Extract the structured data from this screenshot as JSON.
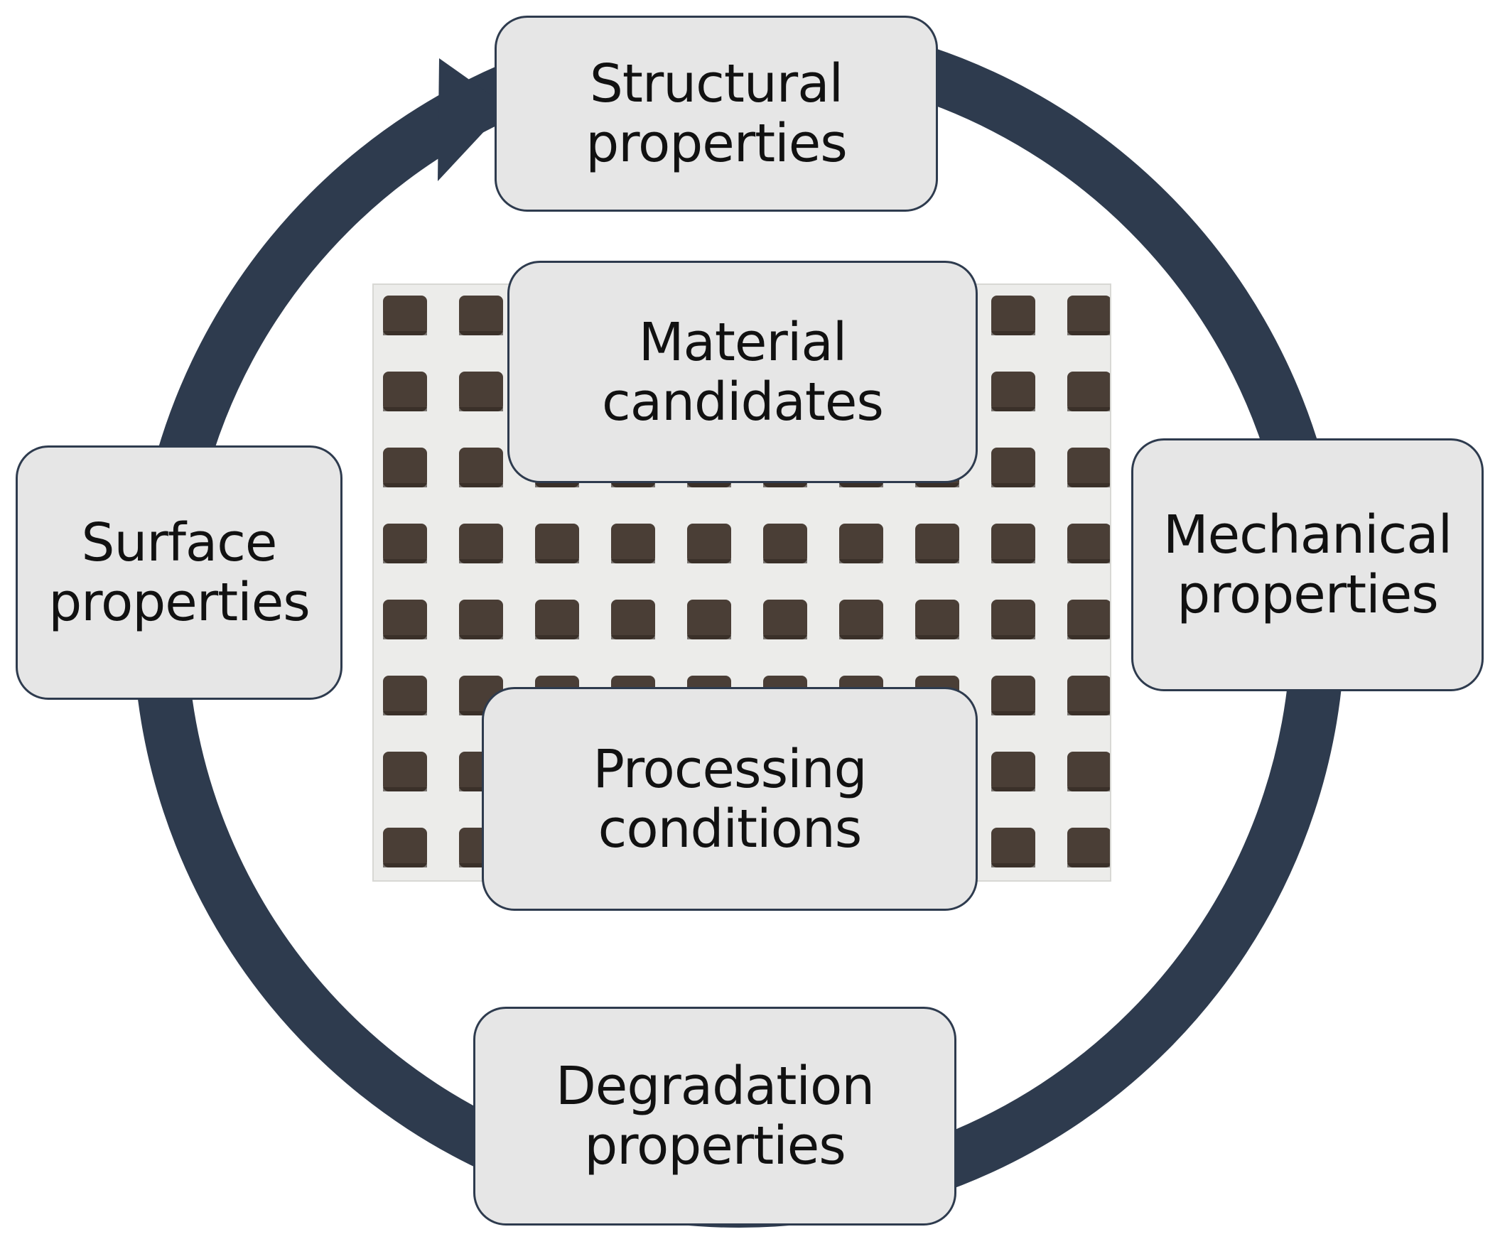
{
  "colors": {
    "cycle_arrow": "#2e3b4e",
    "box_fill": "#e6e6e6",
    "box_border": "#2e3b4e",
    "photo_background": "#ececea",
    "photo_pores": "#4a3e36"
  },
  "diagram": {
    "center_photo": "porous-scaffold-photo",
    "cycle_arrow": "clockwise-cycle-arrow",
    "boxes": {
      "structural": {
        "line1": "Structural",
        "line2": "properties"
      },
      "material": {
        "line1": "Material",
        "line2": "candidates"
      },
      "mechanical": {
        "line1": "Mechanical",
        "line2": "properties"
      },
      "surface": {
        "line1": "Surface",
        "line2": "properties"
      },
      "processing": {
        "line1": "Processing",
        "line2": "conditions"
      },
      "degradation": {
        "line1": "Degradation",
        "line2": "properties"
      }
    }
  }
}
